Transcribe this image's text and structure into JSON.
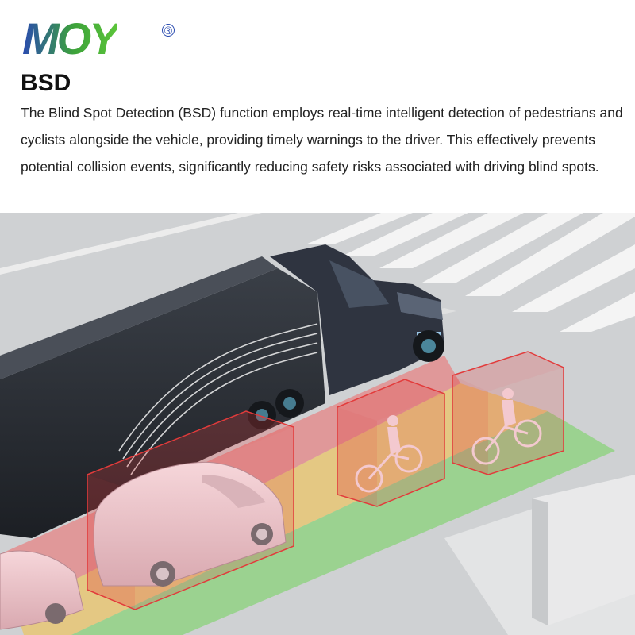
{
  "brand": {
    "logo_text": "MOY",
    "registered_mark": "®"
  },
  "heading": {
    "title": "BSD"
  },
  "description": {
    "text": "The Blind Spot Detection (BSD) function employs real-time intelligent detection of pedestrians and cyclists alongside the vehicle, providing timely warnings to the driver. This effectively prevents potential collision events, significantly reducing safety risks associated with driving blind spots."
  },
  "illustration": {
    "colors": {
      "road": "#cfd1d3",
      "zone_red": "#ef6a6a",
      "zone_yellow": "#f2c24f",
      "zone_green": "#7fd36b",
      "truck": "#2b2f36",
      "car": "#f0c6cc",
      "detection_box": "#e23b3b"
    }
  }
}
